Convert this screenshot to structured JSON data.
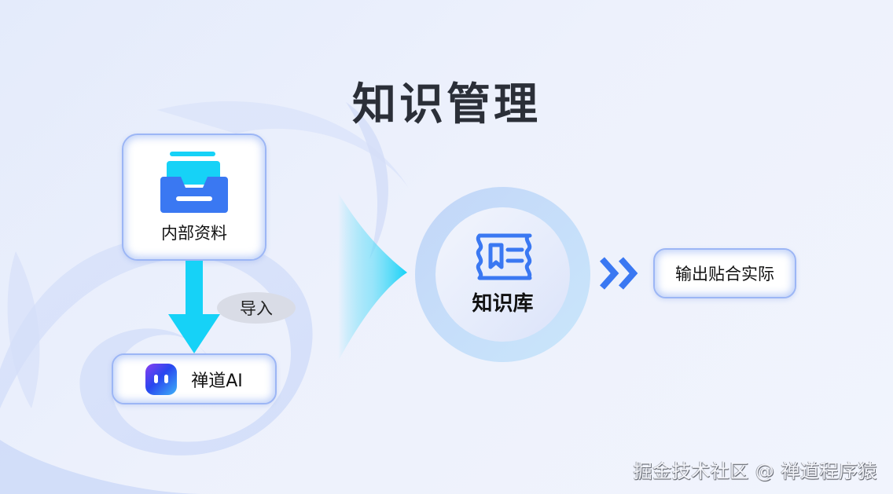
{
  "title": "知识管理",
  "source_card": {
    "label": "内部资料",
    "icon": "inbox-tray-icon"
  },
  "import_step": {
    "label": "导入",
    "icon": "arrow-down-icon"
  },
  "ai_card": {
    "label": "禅道AI",
    "icon": "zentao-ai-logo-icon"
  },
  "knowledge_base": {
    "label": "知识库",
    "icon": "book-bookmark-icon"
  },
  "output_card": {
    "label": "输出贴合实际",
    "icon": "double-chevron-right-icon"
  },
  "watermark": "掘金技术社区 @ 禅道程序猿",
  "colors": {
    "primary_blue": "#3a78f2",
    "cyan": "#16d2f7",
    "title": "#2b2f38",
    "card_border": "#9cb6f5"
  }
}
